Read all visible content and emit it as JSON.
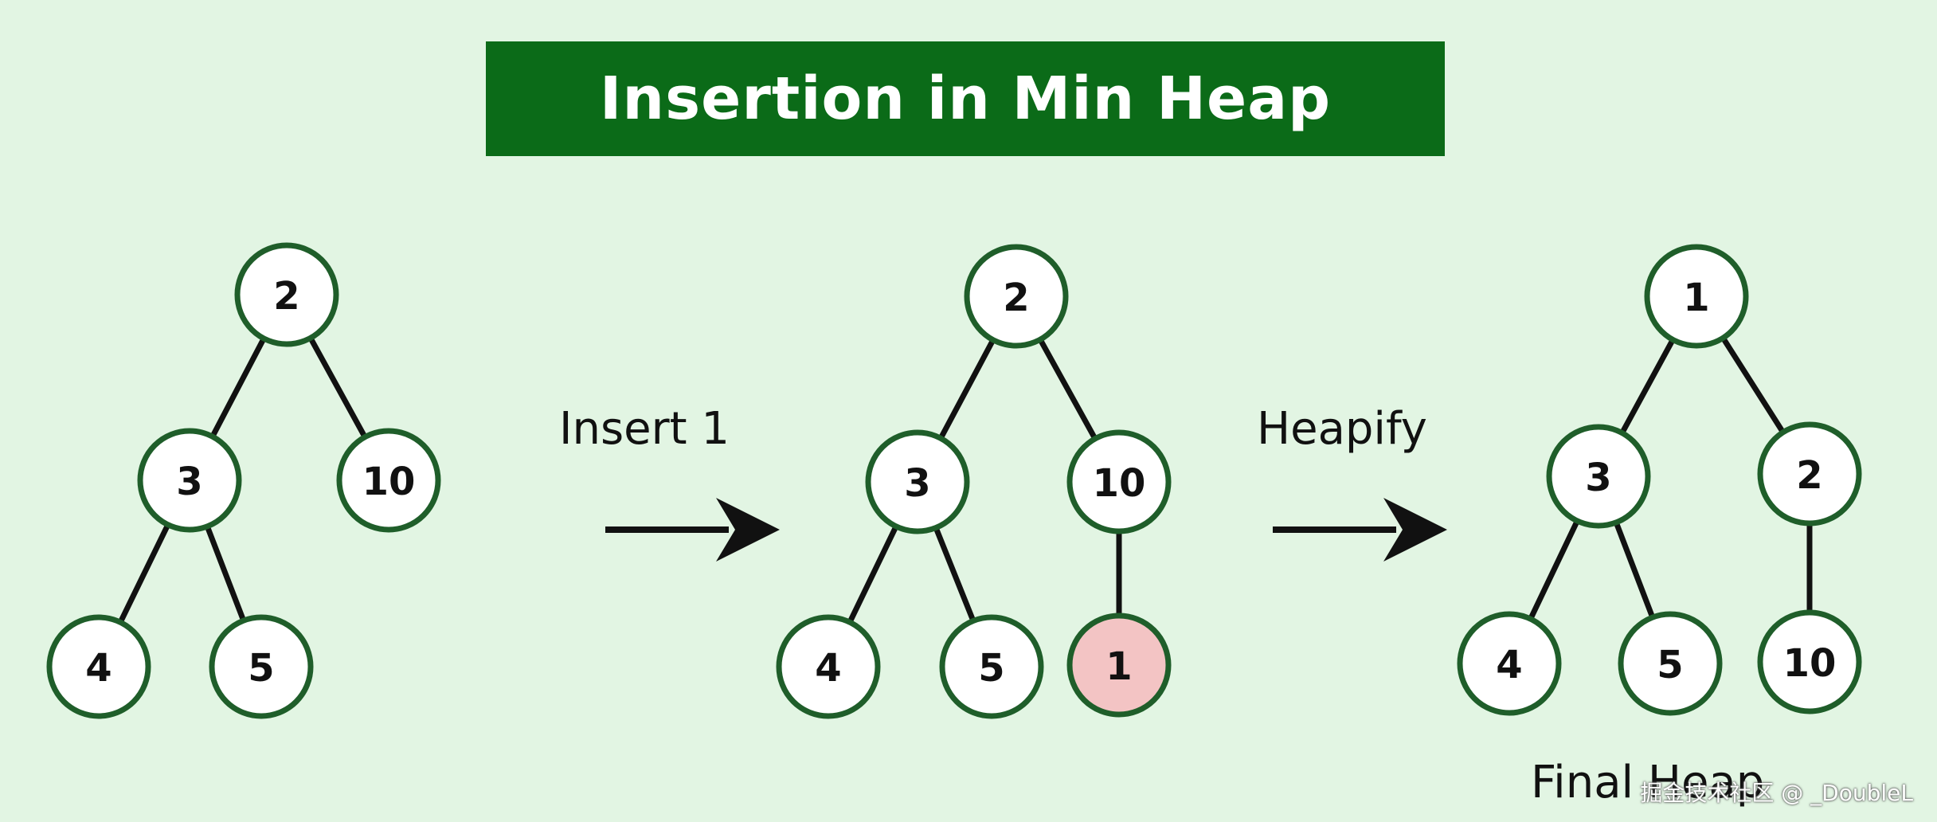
{
  "title": "Insertion in Min Heap",
  "step_labels": {
    "insert": "Insert 1",
    "heapify": "Heapify",
    "final": "Final Heap"
  },
  "watermark": "掘金技术社区 @ _DoubleL",
  "colors": {
    "background": "#e2f5e3",
    "banner": "#0b6b18",
    "node_border": "#1f5e2a",
    "highlight_fill": "#f3c4c4"
  },
  "trees": [
    {
      "id": "initial-heap",
      "nodes": [
        {
          "value": "2"
        },
        {
          "value": "3"
        },
        {
          "value": "10"
        },
        {
          "value": "4"
        },
        {
          "value": "5"
        }
      ],
      "edges": [
        [
          0,
          1
        ],
        [
          0,
          2
        ],
        [
          1,
          3
        ],
        [
          1,
          4
        ]
      ]
    },
    {
      "id": "after-insert",
      "nodes": [
        {
          "value": "2"
        },
        {
          "value": "3"
        },
        {
          "value": "10"
        },
        {
          "value": "4"
        },
        {
          "value": "5"
        },
        {
          "value": "1",
          "highlight": true
        }
      ],
      "edges": [
        [
          0,
          1
        ],
        [
          0,
          2
        ],
        [
          1,
          3
        ],
        [
          1,
          4
        ],
        [
          2,
          5
        ]
      ]
    },
    {
      "id": "final-heap",
      "nodes": [
        {
          "value": "1"
        },
        {
          "value": "3"
        },
        {
          "value": "2"
        },
        {
          "value": "4"
        },
        {
          "value": "5"
        },
        {
          "value": "10"
        }
      ],
      "edges": [
        [
          0,
          1
        ],
        [
          0,
          2
        ],
        [
          1,
          3
        ],
        [
          1,
          4
        ],
        [
          2,
          5
        ]
      ]
    }
  ]
}
